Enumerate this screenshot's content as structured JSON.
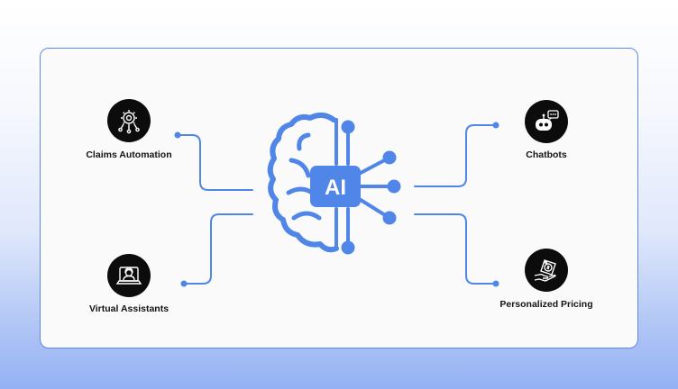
{
  "diagram": {
    "center": {
      "badge_text": "AI",
      "icon": "brain-chip-icon"
    },
    "nodes": [
      {
        "id": "claims",
        "label": "Claims Automation",
        "icon": "gear-network-icon"
      },
      {
        "id": "virtual",
        "label": "Virtual Assistants",
        "icon": "support-agent-laptop-icon"
      },
      {
        "id": "chatbots",
        "label": "Chatbots",
        "icon": "chatbot-icon"
      },
      {
        "id": "pricing",
        "label": "Personalized Pricing",
        "icon": "hand-price-tag-icon"
      }
    ]
  },
  "colors": {
    "accent": "#4f86e8",
    "icon_bg": "#0c0c0c",
    "card_border": "#5b8bea"
  }
}
